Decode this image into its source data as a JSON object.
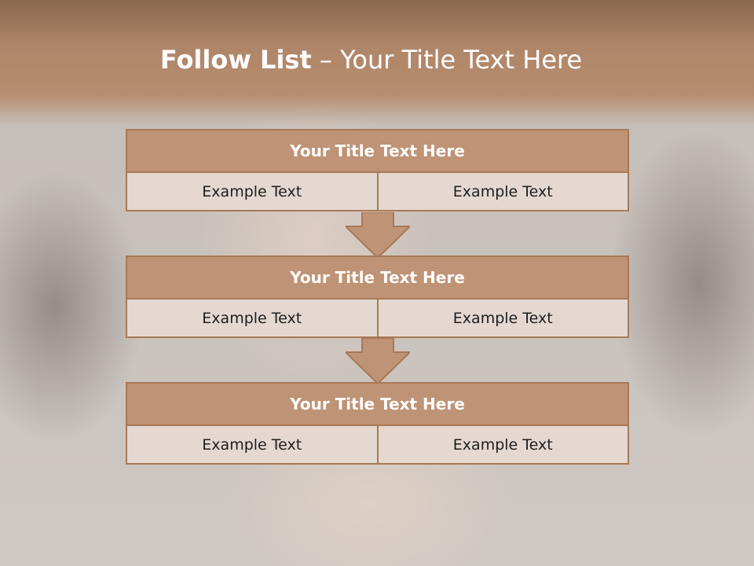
{
  "slide": {
    "title_bold": "Follow List",
    "title_rest": " – Your Title Text Here"
  },
  "blocks": [
    {
      "title": "Your Title Text Here",
      "left": "Example Text",
      "right": "Example Text"
    },
    {
      "title": "Your Title Text Here",
      "left": "Example Text",
      "right": "Example Text"
    },
    {
      "title": "Your Title Text Here",
      "left": "Example Text",
      "right": "Example Text"
    }
  ],
  "colors": {
    "header_fill": "#bf9375",
    "border": "#a87957",
    "cell_fill": "#e4d8d0"
  }
}
